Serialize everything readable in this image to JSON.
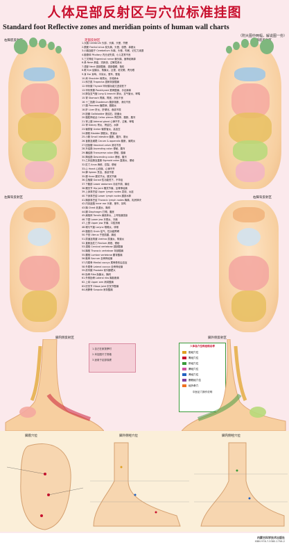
{
  "header": {
    "title": "人体足部反射区与穴位标准挂图",
    "subtitle": "Standard foot Reflective zones and meridian points of human wall charts",
    "note": "（附大图中两幅，解说图一份）"
  },
  "sections": {
    "right_sole": "右脚底反射区",
    "left_sole": "左脚底反射区",
    "center_list": "足部反射区",
    "left_dorsum": "左脚背反射区",
    "right_dorsum": "右脚背反射区",
    "inner_ankle": "脚内侧反射区",
    "outer_ankle": "脚外侧反射区",
    "sole_points": "脚底穴位",
    "dorsum_points": "脚外侧经穴位",
    "inner_points": "脚内侧经穴位"
  },
  "reflex_list": [
    "1.大脑 Cerebrum 头部、头痛、头晕、失眠",
    "2.额窦 Frontal sinus 前头痛、头晕、感冒、鼻窦炎",
    "3.小脑及脑干 Cerebellum 头痛、头晕、失眠、记忆力减退",
    "4.脑垂体 Pituitary 内分泌失调、小儿发育不良",
    "5.三叉神经 Trigeminal nerve 偏头痛、面神经麻痹",
    "6.鼻 Nose 鼻塞、流鼻涕、过敏性鼻炎",
    "7.颈部 Neck 颈部酸痛、颈部僵硬、落枕",
    "8.眼 Eye 结膜炎、角膜炎、近视、老花眼、青光眼",
    "9.耳 Ear 耳鸣、中耳炎、晕车、晕船",
    "10.肩 Shoulder 肩周炎、手臂麻木",
    "11.斜方肌 Trapezius 颈肩背部酸痛",
    "12.甲状腺 Thyroid 甲状腺功能亢进或低下",
    "13.甲状旁腺 Parathyroid 筋骨酸痛、手足麻痹",
    "14.肺及支气管 Lung & bronchi 肺炎、支气管炎、哮喘",
    "15.胃 Stomach 胃痛、胃胀、消化不良",
    "16.十二指肠 Duodenum 腹部饱胀、消化不良",
    "17.胰 Pancreas 糖尿病、胰腺炎",
    "18.肝 Liver 肝炎、肝硬化、食欲不振",
    "19.胆囊 Gallbladder 胆结石、胆囊炎",
    "20.腹腔神经丛 Celiac plexus 胃痉挛、腹胀、腹泻",
    "21.肾上腺 Adrenal gland 心律不齐、过敏、哮喘",
    "22.肾 Kidney 肾炎、肾结石、水肿",
    "23.输尿管 Ureter 输尿管炎、高血压",
    "24.膀胱 Bladder 膀胱炎、尿道炎",
    "25.小肠 Small intestine 腹胀、腹泻、肠炎",
    "26.盲肠及阑尾 Cecum & appendix 腹胀、阑尾炎",
    "27.回盲瓣 Ileocecal valve 消化不良",
    "28.升结肠 Ascending colon 便秘、腹泻",
    "29.横结肠 Transverse colon 便秘、腹痛",
    "30.降结肠 Descending colon 便秘、腹泻",
    "31.乙状结肠及直肠 Sigmoid colon 直肠炎、便秘",
    "32.肛门 Anus 痔疮、肛裂、便秘",
    "33.心 Heart 心绞痛、心律不齐",
    "34.脾 Spleen 贫血、食欲不振",
    "35.膝 Knee 膝关节炎、膝关节痛",
    "36.生殖腺 Gonad 性功能低下、不孕症",
    "37.下腹部 Lower abdomen 月经不调、痛经",
    "38.髋关节 Hip joint 髋关节痛、坐骨神经痛",
    "39.上身淋巴结 Upper lymph nodes 发烧、炎症",
    "40.下身淋巴结 Lower lymph nodes 腿部水肿",
    "41.胸部淋巴结 Thoracic lymph nodes 胸痛、乳房肿块",
    "42.内耳迷路 Inner ear 头晕、晕车、耳鸣",
    "43.胸 Chest 乳腺炎、胸闷",
    "44.膈 Diaphragm 打嗝、腹胀",
    "45.扁桃体 Tonsils 扁桃体炎、上呼吸道感染",
    "46.下颌 Lower jaw 牙周炎、牙痛",
    "47.上颌 Upper jaw 牙痛、口腔溃疡",
    "48.喉与气管 Larynx 咽喉炎、咳嗽",
    "49.腹股沟 Groin 疝气、性功能障碍",
    "50.子宫 Uterus 子宫肌瘤、痛经",
    "51.尿道及阴道 Urethra 尿道炎、阴道炎",
    "52.直肠及肛门 Rectum 痔疮、便秘",
    "53.颈椎 Cervical vertebrae 颈部酸痛",
    "54.胸椎 Thoracic vertebrae 背部酸痛",
    "55.腰椎 Lumbar vertebrae 腰背酸痛",
    "56.骶骨 Sacrum 坐骨神经痛",
    "57.内尾骨 Medial coccyx 尾骨受伤后遗症",
    "58.外尾骨 Lateral coccyx 坐骨神经痛",
    "59.前列腺 Prostate 前列腺肥大",
    "60.肋骨 Ribs 肋膜炎、胸闷",
    "61.外侧肋骨 Lateral ribs 胸胁胀痛",
    "62.上臂 Upper arm 肩臂酸痛",
    "63.肘关节 Elbow joint 肘关节酸痛",
    "64.肩胛骨 Scapula 肩背酸痛"
  ],
  "legend": {
    "title": "人体各穴位和经络名称",
    "items": [
      {
        "label": "胆经穴位",
        "color": "#e0a020"
      },
      {
        "label": "胃经穴位",
        "color": "#c8102e"
      },
      {
        "label": "肝经穴位",
        "color": "#3a9a3a"
      },
      {
        "label": "脾经穴位",
        "color": "#d050a0"
      },
      {
        "label": "肾经穴位",
        "color": "#2060c0"
      },
      {
        "label": "膀胱经穴位",
        "color": "#8040a0"
      },
      {
        "label": "经外奇穴",
        "color": "#f07020"
      }
    ],
    "subtitle": "中医足穴操作说明"
  },
  "pinkbox": {
    "lines": [
      "1.自己在家按摩时",
      "2.本挂图尺寸规格",
      "3.适用于足部保健"
    ]
  },
  "footer": {
    "publisher": "内蒙古科学技术出版社",
    "isbn": "ISBN 978-7-5380-1756-2"
  },
  "colors": {
    "title": "#c8102e",
    "background": "#fbe9ec",
    "skin": "#f7cfa0"
  }
}
